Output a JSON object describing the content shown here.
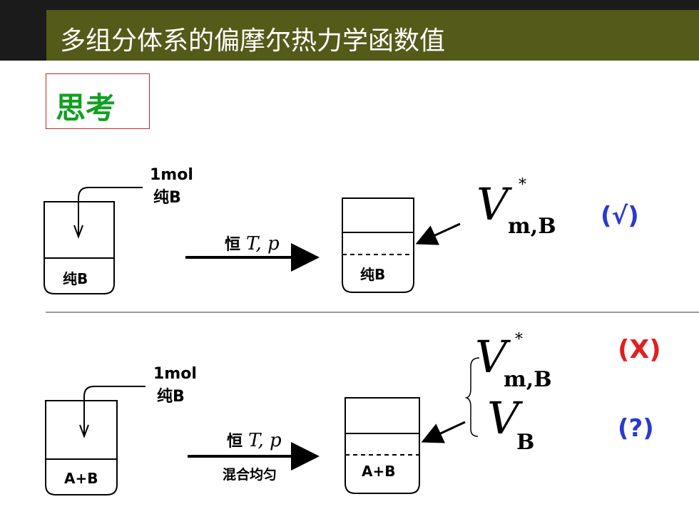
{
  "header": {
    "title": "多组分体系的偏摩尔热力学函数值"
  },
  "think": {
    "label": "思考"
  },
  "top": {
    "add_label_line1": "1mol",
    "add_label_line2": "纯B",
    "beaker_left": "纯B",
    "condition_prefix": "恒",
    "condition_vars": "T, p",
    "beaker_right": "纯B",
    "symbol_main": "V",
    "symbol_star": "*",
    "symbol_sub": "m,B",
    "verdict": "(√)"
  },
  "bottom": {
    "add_label_line1": "1mol",
    "add_label_line2": "纯B",
    "beaker_left": "A+B",
    "condition_prefix": "恒",
    "condition_vars": "T, p",
    "condition_note": "混合均匀",
    "beaker_right": "A+B",
    "symbol1_main": "V",
    "symbol1_star": "*",
    "symbol1_sub": "m,B",
    "symbol2_main": "V",
    "symbol2_sub": "B",
    "verdict1": "(X)",
    "verdict2": "(?)"
  },
  "colors": {
    "title_band": "#545a18",
    "think_text": "#10a020",
    "check_blue": "#2a3ad0",
    "cross_red": "#e02020"
  }
}
